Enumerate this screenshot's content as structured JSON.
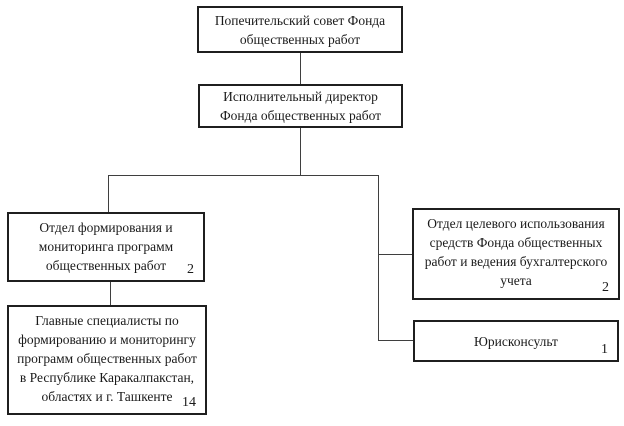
{
  "diagram": {
    "type": "org-chart",
    "language": "ru",
    "nodes": {
      "board": {
        "label": "Попечительский совет Фонда общественных работ"
      },
      "director": {
        "label": "Исполнительный директор Фонда общественных работ"
      },
      "dept_formation": {
        "label": "Отдел формирования и мониторинга программ общественных работ",
        "count": "2"
      },
      "specialists": {
        "label": "Главные специалисты по формированию и мониторингу программ общественных работ в Республике Каракалпакстан, областях и г. Ташкенте",
        "count": "14"
      },
      "dept_funds": {
        "label": "Отдел целевого использования средств Фонда общественных работ и ведения бухгалтерского учета",
        "count": "2"
      },
      "legal": {
        "label": "Юрисконсульт",
        "count": "1"
      }
    },
    "edges": [
      {
        "from": "board",
        "to": "director"
      },
      {
        "from": "director",
        "to": "dept_formation"
      },
      {
        "from": "director",
        "to": "dept_funds"
      },
      {
        "from": "director",
        "to": "legal"
      },
      {
        "from": "dept_formation",
        "to": "specialists"
      }
    ],
    "colors": {
      "background": "#ffffff",
      "box_border": "#1f1f1f",
      "connector": "#3f3f3f",
      "text": "#1a1a1a"
    }
  }
}
